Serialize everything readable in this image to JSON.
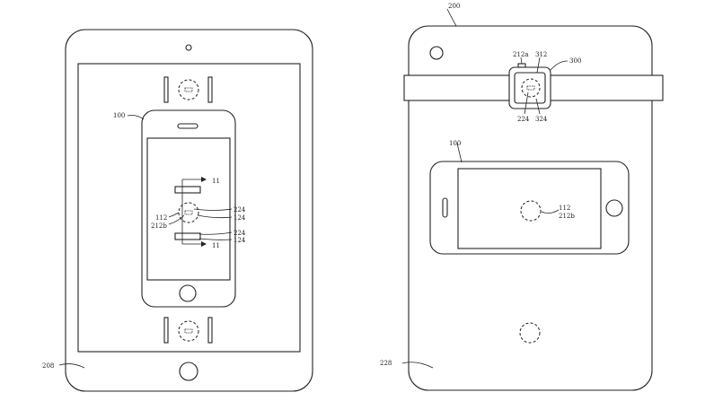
{
  "labels": {
    "device_208": "208",
    "device_200": "200",
    "phone_100_left": "100",
    "phone_100_right": "100",
    "watch_300": "300",
    "ref_212a": "212a",
    "ref_312": "312",
    "ref_224_watch": "224",
    "ref_324": "324",
    "ref_112_left": "112",
    "ref_212b_left": "212b",
    "ref_224_a": "224",
    "ref_124_a": "124",
    "ref_224_b": "224",
    "ref_124_b": "124",
    "ref_11_top": "11",
    "ref_11_bottom": "11",
    "ref_112_right": "112",
    "ref_212b_right": "212b",
    "ref_228": "228"
  }
}
